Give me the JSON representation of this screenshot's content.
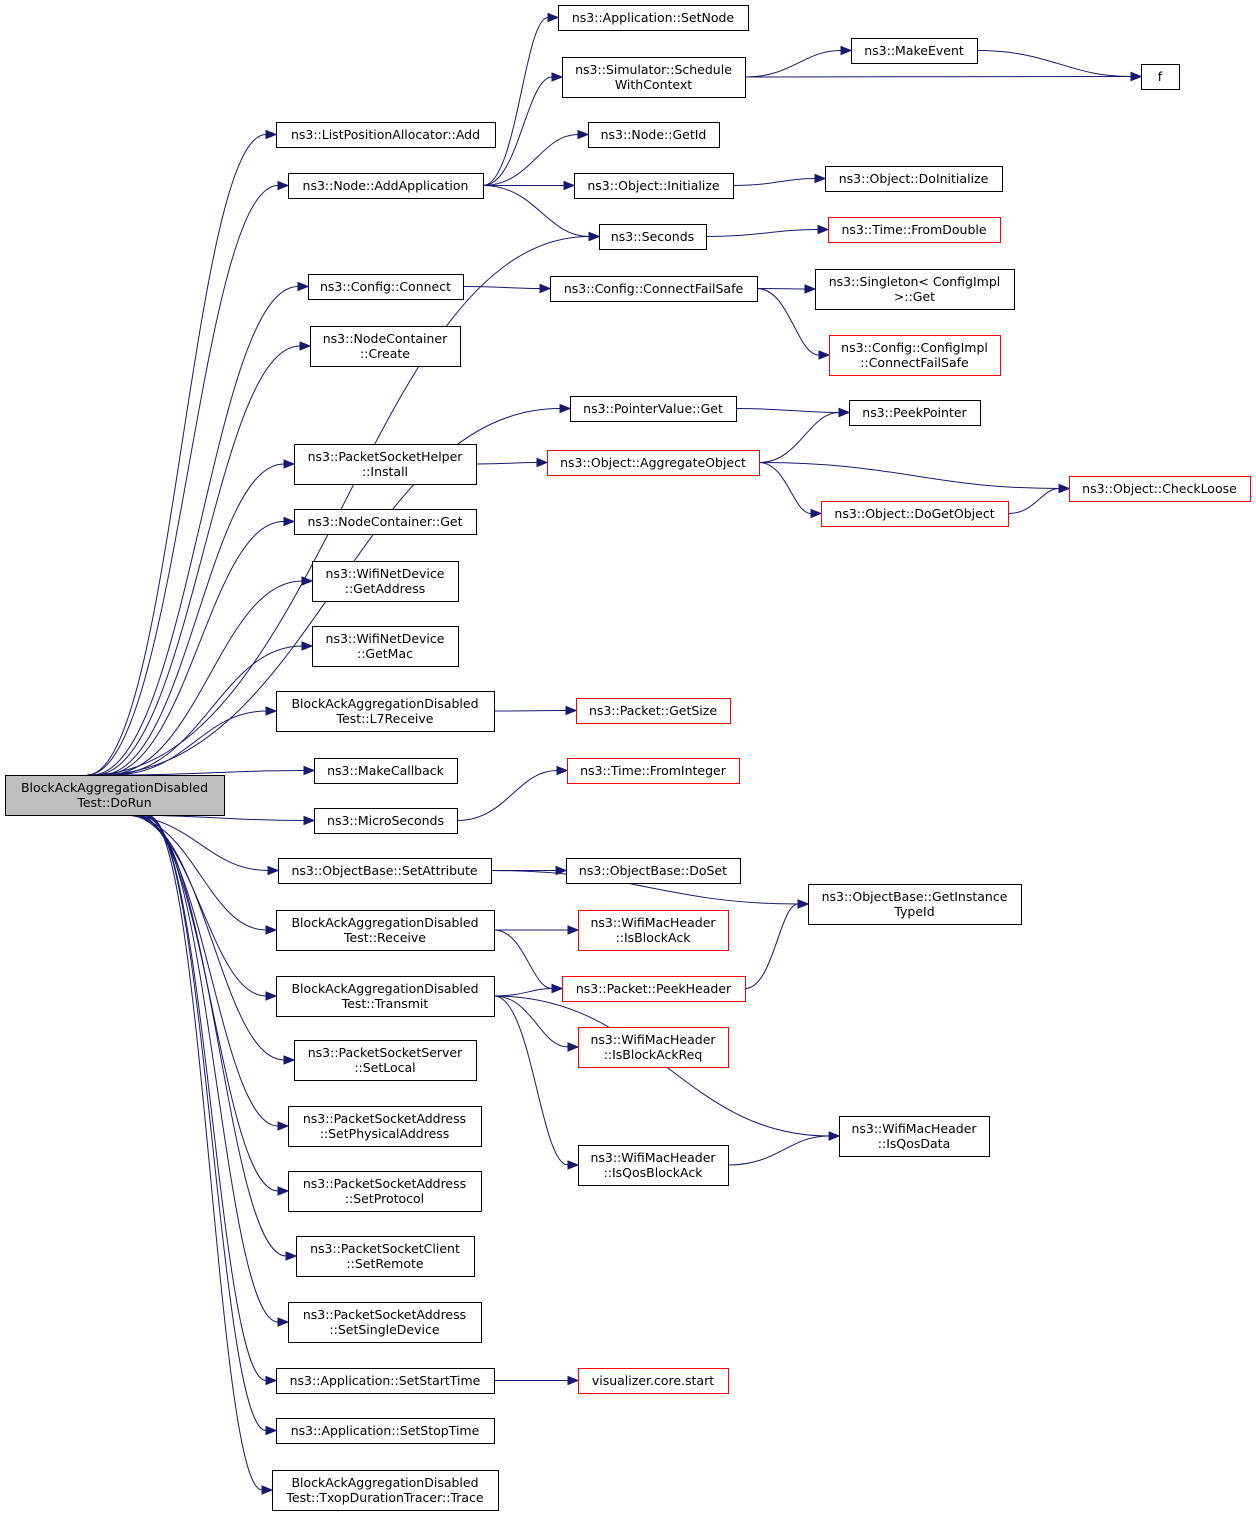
{
  "nodes": {
    "dorun": {
      "lines": [
        "BlockAckAggregationDisabled",
        "Test::DoRun"
      ],
      "style": "root"
    },
    "app_setnode": {
      "lines": [
        "ns3::Application::SetNode"
      ],
      "style": "black"
    },
    "sched_ctx": {
      "lines": [
        "ns3::Simulator::Schedule",
        "WithContext"
      ],
      "style": "black"
    },
    "makeevent": {
      "lines": [
        "ns3::MakeEvent"
      ],
      "style": "black"
    },
    "f": {
      "lines": [
        "f"
      ],
      "style": "black"
    },
    "lpa_add": {
      "lines": [
        "ns3::ListPositionAllocator::Add"
      ],
      "style": "black"
    },
    "node_getid": {
      "lines": [
        "ns3::Node::GetId"
      ],
      "style": "black"
    },
    "node_addapp": {
      "lines": [
        "ns3::Node::AddApplication"
      ],
      "style": "black"
    },
    "obj_init": {
      "lines": [
        "ns3::Object::Initialize"
      ],
      "style": "black"
    },
    "obj_doinit": {
      "lines": [
        "ns3::Object::DoInitialize"
      ],
      "style": "black"
    },
    "seconds": {
      "lines": [
        "ns3::Seconds"
      ],
      "style": "black"
    },
    "time_fromdouble": {
      "lines": [
        "ns3::Time::FromDouble"
      ],
      "style": "red"
    },
    "cfg_connect": {
      "lines": [
        "ns3::Config::Connect"
      ],
      "style": "black"
    },
    "cfg_cfs": {
      "lines": [
        "ns3::Config::ConnectFailSafe"
      ],
      "style": "black"
    },
    "singleton_get": {
      "lines": [
        "ns3::Singleton< ConfigImpl",
        ">::Get"
      ],
      "style": "black"
    },
    "cfgimpl_cfs": {
      "lines": [
        "ns3::Config::ConfigImpl",
        "::ConnectFailSafe"
      ],
      "style": "red"
    },
    "nc_create": {
      "lines": [
        "ns3::NodeContainer",
        "::Create"
      ],
      "style": "black"
    },
    "pv_get": {
      "lines": [
        "ns3::PointerValue::Get"
      ],
      "style": "black"
    },
    "peekpointer": {
      "lines": [
        "ns3::PeekPointer"
      ],
      "style": "black"
    },
    "psh_install": {
      "lines": [
        "ns3::PacketSocketHelper",
        "::Install"
      ],
      "style": "black"
    },
    "obj_aggregate": {
      "lines": [
        "ns3::Object::AggregateObject"
      ],
      "style": "red"
    },
    "obj_checkloose": {
      "lines": [
        "ns3::Object::CheckLoose"
      ],
      "style": "red"
    },
    "obj_dogetobject": {
      "lines": [
        "ns3::Object::DoGetObject"
      ],
      "style": "red"
    },
    "nc_get": {
      "lines": [
        "ns3::NodeContainer::Get"
      ],
      "style": "black"
    },
    "wnd_getaddr": {
      "lines": [
        "ns3::WifiNetDevice",
        "::GetAddress"
      ],
      "style": "black"
    },
    "wnd_getmac": {
      "lines": [
        "ns3::WifiNetDevice",
        "::GetMac"
      ],
      "style": "black"
    },
    "l7receive": {
      "lines": [
        "BlockAckAggregationDisabled",
        "Test::L7Receive"
      ],
      "style": "black"
    },
    "pkt_getsize": {
      "lines": [
        "ns3::Packet::GetSize"
      ],
      "style": "red"
    },
    "makecallback": {
      "lines": [
        "ns3::MakeCallback"
      ],
      "style": "black"
    },
    "time_fromint": {
      "lines": [
        "ns3::Time::FromInteger"
      ],
      "style": "red"
    },
    "microseconds": {
      "lines": [
        "ns3::MicroSeconds"
      ],
      "style": "black"
    },
    "ob_setattr": {
      "lines": [
        "ns3::ObjectBase::SetAttribute"
      ],
      "style": "black"
    },
    "ob_doset": {
      "lines": [
        "ns3::ObjectBase::DoSet"
      ],
      "style": "black"
    },
    "ob_getinst": {
      "lines": [
        "ns3::ObjectBase::GetInstance",
        "TypeId"
      ],
      "style": "black"
    },
    "receive": {
      "lines": [
        "BlockAckAggregationDisabled",
        "Test::Receive"
      ],
      "style": "black"
    },
    "wmh_isblockack": {
      "lines": [
        "ns3::WifiMacHeader",
        "::IsBlockAck"
      ],
      "style": "red"
    },
    "transmit": {
      "lines": [
        "BlockAckAggregationDisabled",
        "Test::Transmit"
      ],
      "style": "black"
    },
    "pkt_peekheader": {
      "lines": [
        "ns3::Packet::PeekHeader"
      ],
      "style": "red"
    },
    "wmh_isbar": {
      "lines": [
        "ns3::WifiMacHeader",
        "::IsBlockAckReq"
      ],
      "style": "red"
    },
    "pss_setlocal": {
      "lines": [
        "ns3::PacketSocketServer",
        "::SetLocal"
      ],
      "style": "black"
    },
    "wmh_isqosdata": {
      "lines": [
        "ns3::WifiMacHeader",
        "::IsQosData"
      ],
      "style": "black"
    },
    "psa_setphys": {
      "lines": [
        "ns3::PacketSocketAddress",
        "::SetPhysicalAddress"
      ],
      "style": "black"
    },
    "wmh_isqosba": {
      "lines": [
        "ns3::WifiMacHeader",
        "::IsQosBlockAck"
      ],
      "style": "black"
    },
    "psa_setproto": {
      "lines": [
        "ns3::PacketSocketAddress",
        "::SetProtocol"
      ],
      "style": "black"
    },
    "psc_setremote": {
      "lines": [
        "ns3::PacketSocketClient",
        "::SetRemote"
      ],
      "style": "black"
    },
    "psa_setsingle": {
      "lines": [
        "ns3::PacketSocketAddress",
        "::SetSingleDevice"
      ],
      "style": "black"
    },
    "app_setstart": {
      "lines": [
        "ns3::Application::SetStartTime"
      ],
      "style": "black"
    },
    "viz_start": {
      "lines": [
        "visualizer.core.start"
      ],
      "style": "red"
    },
    "app_setstop": {
      "lines": [
        "ns3::Application::SetStopTime"
      ],
      "style": "black"
    },
    "txop_trace": {
      "lines": [
        "BlockAckAggregationDisabled",
        "Test::TxopDurationTracer::Trace"
      ],
      "style": "black"
    }
  },
  "edges": [
    [
      "dorun",
      "lpa_add"
    ],
    [
      "dorun",
      "node_addapp"
    ],
    [
      "dorun",
      "seconds"
    ],
    [
      "dorun",
      "cfg_connect"
    ],
    [
      "dorun",
      "nc_create"
    ],
    [
      "dorun",
      "pv_get"
    ],
    [
      "dorun",
      "psh_install"
    ],
    [
      "dorun",
      "nc_get"
    ],
    [
      "dorun",
      "wnd_getaddr"
    ],
    [
      "dorun",
      "wnd_getmac"
    ],
    [
      "dorun",
      "l7receive"
    ],
    [
      "dorun",
      "makecallback"
    ],
    [
      "dorun",
      "microseconds"
    ],
    [
      "dorun",
      "ob_setattr"
    ],
    [
      "dorun",
      "receive"
    ],
    [
      "dorun",
      "transmit"
    ],
    [
      "dorun",
      "pss_setlocal"
    ],
    [
      "dorun",
      "psa_setphys"
    ],
    [
      "dorun",
      "psa_setproto"
    ],
    [
      "dorun",
      "psc_setremote"
    ],
    [
      "dorun",
      "psa_setsingle"
    ],
    [
      "dorun",
      "app_setstart"
    ],
    [
      "dorun",
      "app_setstop"
    ],
    [
      "dorun",
      "txop_trace"
    ],
    [
      "node_addapp",
      "app_setnode"
    ],
    [
      "node_addapp",
      "sched_ctx"
    ],
    [
      "node_addapp",
      "node_getid"
    ],
    [
      "node_addapp",
      "obj_init"
    ],
    [
      "node_addapp",
      "seconds"
    ],
    [
      "sched_ctx",
      "makeevent"
    ],
    [
      "sched_ctx",
      "f"
    ],
    [
      "makeevent",
      "f"
    ],
    [
      "obj_init",
      "obj_doinit"
    ],
    [
      "seconds",
      "time_fromdouble"
    ],
    [
      "cfg_connect",
      "cfg_cfs"
    ],
    [
      "cfg_cfs",
      "singleton_get"
    ],
    [
      "cfg_cfs",
      "cfgimpl_cfs"
    ],
    [
      "pv_get",
      "peekpointer"
    ],
    [
      "psh_install",
      "obj_aggregate"
    ],
    [
      "obj_aggregate",
      "peekpointer"
    ],
    [
      "obj_aggregate",
      "obj_checkloose"
    ],
    [
      "obj_aggregate",
      "obj_dogetobject"
    ],
    [
      "obj_dogetobject",
      "obj_checkloose"
    ],
    [
      "l7receive",
      "pkt_getsize"
    ],
    [
      "microseconds",
      "time_fromint"
    ],
    [
      "ob_setattr",
      "ob_doset"
    ],
    [
      "ob_setattr",
      "ob_getinst"
    ],
    [
      "receive",
      "wmh_isblockack"
    ],
    [
      "receive",
      "pkt_peekheader"
    ],
    [
      "transmit",
      "pkt_peekheader"
    ],
    [
      "transmit",
      "wmh_isbar"
    ],
    [
      "transmit",
      "wmh_isqosdata"
    ],
    [
      "transmit",
      "wmh_isqosba"
    ],
    [
      "pkt_peekheader",
      "ob_getinst"
    ],
    [
      "wmh_isqosba",
      "wmh_isqosdata"
    ],
    [
      "app_setstart",
      "viz_start"
    ]
  ],
  "colors": {
    "edge": "#191970",
    "root_fill": "#bfbfbf",
    "node_border": "#000000",
    "red_border": "#ff0000"
  }
}
